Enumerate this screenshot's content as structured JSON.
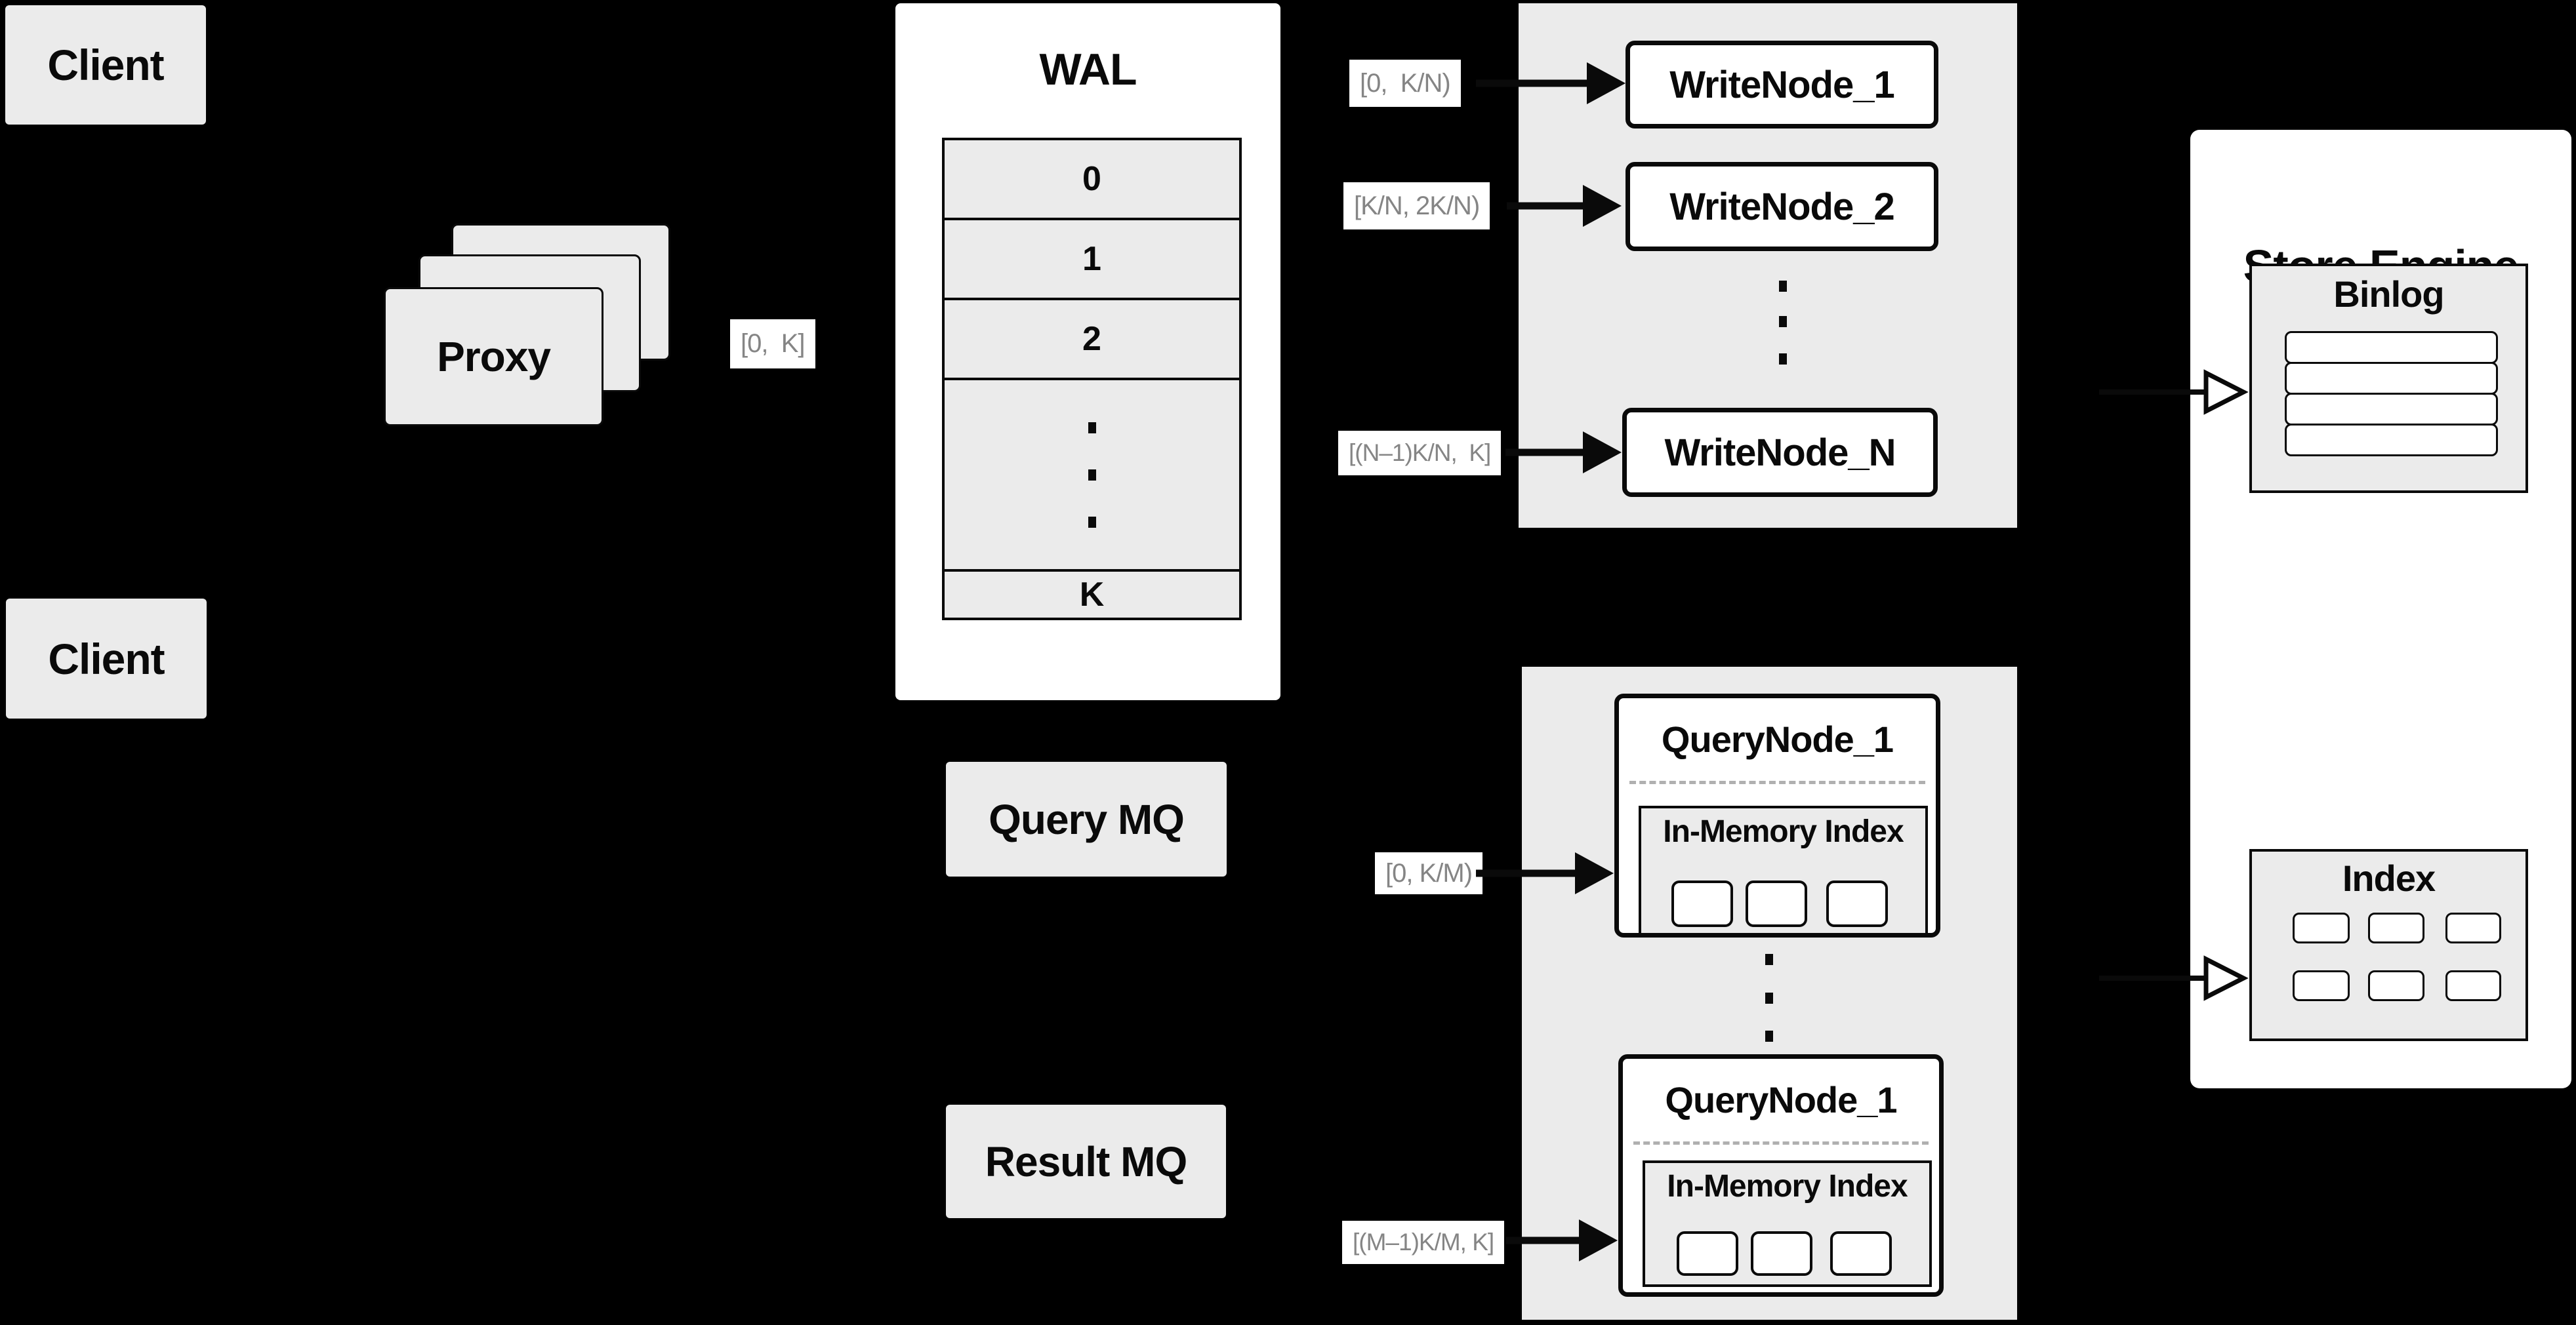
{
  "colors": {
    "background": "#000000",
    "box_gray": "#ebebeb",
    "box_white": "#ffffff",
    "border": "#0a0a0a",
    "interval_text": "#858585",
    "dashed_separator": "#b0b0b0"
  },
  "nodes": {
    "client_top": "Client",
    "client_bottom": "Client",
    "proxy": "Proxy",
    "wal_title": "WAL",
    "wal_rows": [
      "0",
      "1",
      "2"
    ],
    "wal_last_row": "K",
    "write_nodes": [
      "WriteNode_1",
      "WriteNode_2",
      "WriteNode_N"
    ],
    "query_mq": "Query MQ",
    "result_mq": "Result MQ",
    "query_nodes": [
      {
        "title": "QueryNode_1",
        "inner_title": "In-Memory Index"
      },
      {
        "title": "QueryNode_1",
        "inner_title": "In-Memory Index"
      }
    ],
    "store_engine_title": "Store Engine",
    "binlog_title": "Binlog",
    "index_title": "Index"
  },
  "interval_labels": {
    "proxy_to_wal": "[0,  K]",
    "write_1": "[0,  K/N)",
    "write_2": "[K/N, 2K/N)",
    "write_n": "[(N–1)K/N,  K]",
    "query_1": "[0, K/M)",
    "query_m": "[(M–1)K/M, K]"
  }
}
